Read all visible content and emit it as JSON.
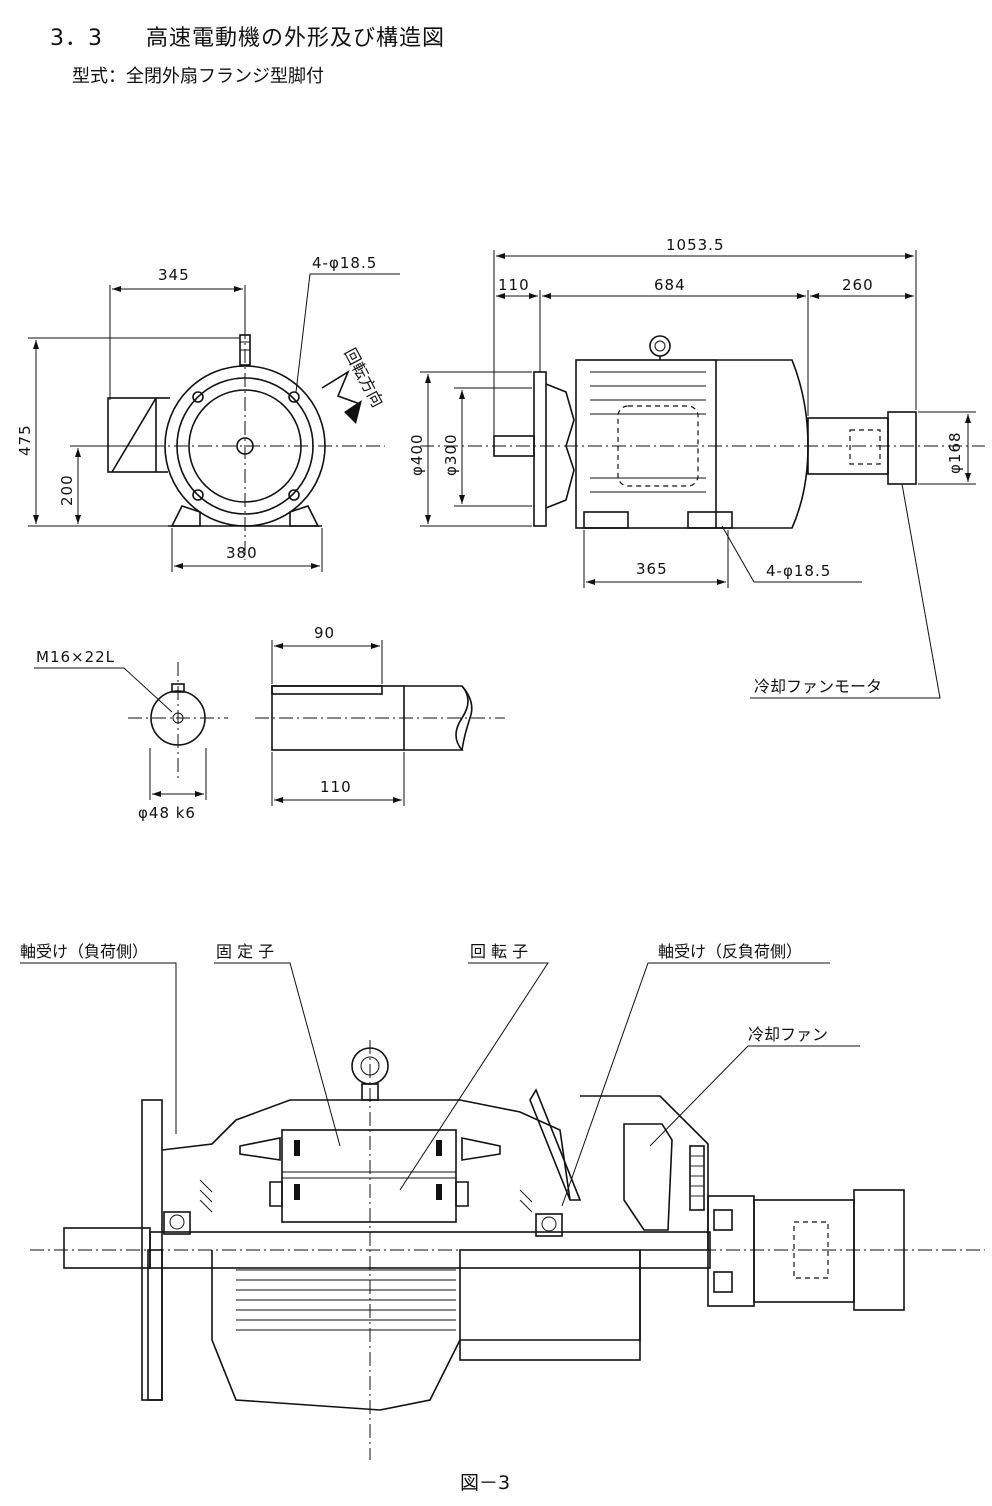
{
  "header": {
    "section_number": "3．3",
    "section_title": "高速電動機の外形及び構造図",
    "model_type": "型式：全閉外扇フランジ型脚付"
  },
  "front_view": {
    "dim_width_top": "345",
    "dim_bolt_holes": "4-φ18.5",
    "dim_height": "475",
    "dim_center_height": "200",
    "dim_foot_width": "380",
    "rotation_label": "回転方向"
  },
  "side_view": {
    "dim_total": "1053.5",
    "dim_shaft": "110",
    "dim_body": "684",
    "dim_fan": "260",
    "dim_flange_outer": "φ400",
    "dim_flange_inner": "φ300",
    "dim_fan_motor": "φ168",
    "dim_foot_span": "365",
    "dim_foot_holes": "4-φ18.5",
    "fan_motor_label": "冷却ファンモータ"
  },
  "shaft_detail": {
    "thread_label": "M16×22L",
    "shaft_diameter": "φ48 k6",
    "dim_key_length": "90",
    "dim_shaft_length": "110"
  },
  "cross_section": {
    "bearing_load_side": "軸受け（負荷側）",
    "stator": "固 定 子",
    "rotor": "回 転 子",
    "bearing_opposite_side": "軸受け（反負荷側）",
    "cooling_fan": "冷却ファン"
  },
  "figure_caption": "図－3"
}
